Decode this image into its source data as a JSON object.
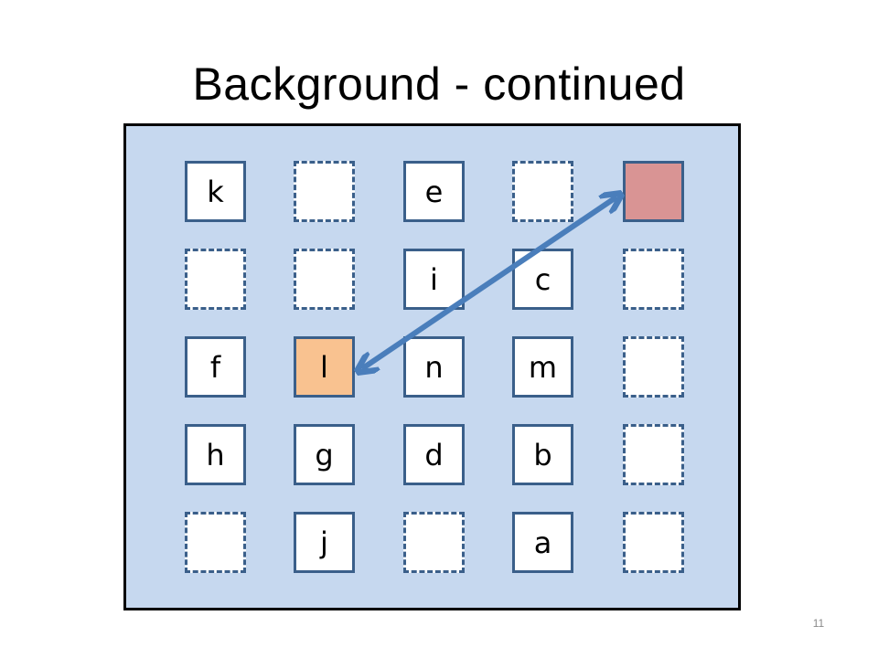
{
  "slide": {
    "title": "Background - continued",
    "number": "11"
  },
  "grid": {
    "rows": [
      [
        {
          "label": "k",
          "state": "filled"
        },
        {
          "label": "",
          "state": "empty"
        },
        {
          "label": "e",
          "state": "filled"
        },
        {
          "label": "",
          "state": "empty"
        },
        {
          "label": "",
          "state": "target"
        }
      ],
      [
        {
          "label": "",
          "state": "empty"
        },
        {
          "label": "",
          "state": "empty"
        },
        {
          "label": "i",
          "state": "filled"
        },
        {
          "label": "c",
          "state": "filled"
        },
        {
          "label": "",
          "state": "empty"
        }
      ],
      [
        {
          "label": "f",
          "state": "filled"
        },
        {
          "label": "l",
          "state": "source"
        },
        {
          "label": "n",
          "state": "filled"
        },
        {
          "label": "m",
          "state": "filled"
        },
        {
          "label": "",
          "state": "empty"
        }
      ],
      [
        {
          "label": "h",
          "state": "filled"
        },
        {
          "label": "g",
          "state": "filled"
        },
        {
          "label": "d",
          "state": "filled"
        },
        {
          "label": "b",
          "state": "filled"
        },
        {
          "label": "",
          "state": "empty"
        }
      ],
      [
        {
          "label": "",
          "state": "empty"
        },
        {
          "label": "j",
          "state": "filled"
        },
        {
          "label": "",
          "state": "empty"
        },
        {
          "label": "a",
          "state": "filled"
        },
        {
          "label": "",
          "state": "empty"
        }
      ]
    ]
  },
  "arrow": {
    "type": "double-headed",
    "between": [
      "l",
      "row-1-col-5"
    ]
  },
  "colors": {
    "panel": "#c6d8ef",
    "cell_border": "#3a5f8a",
    "target_fill": "#d99494",
    "source_fill": "#f9c290",
    "arrow": "#4a7ebb"
  }
}
